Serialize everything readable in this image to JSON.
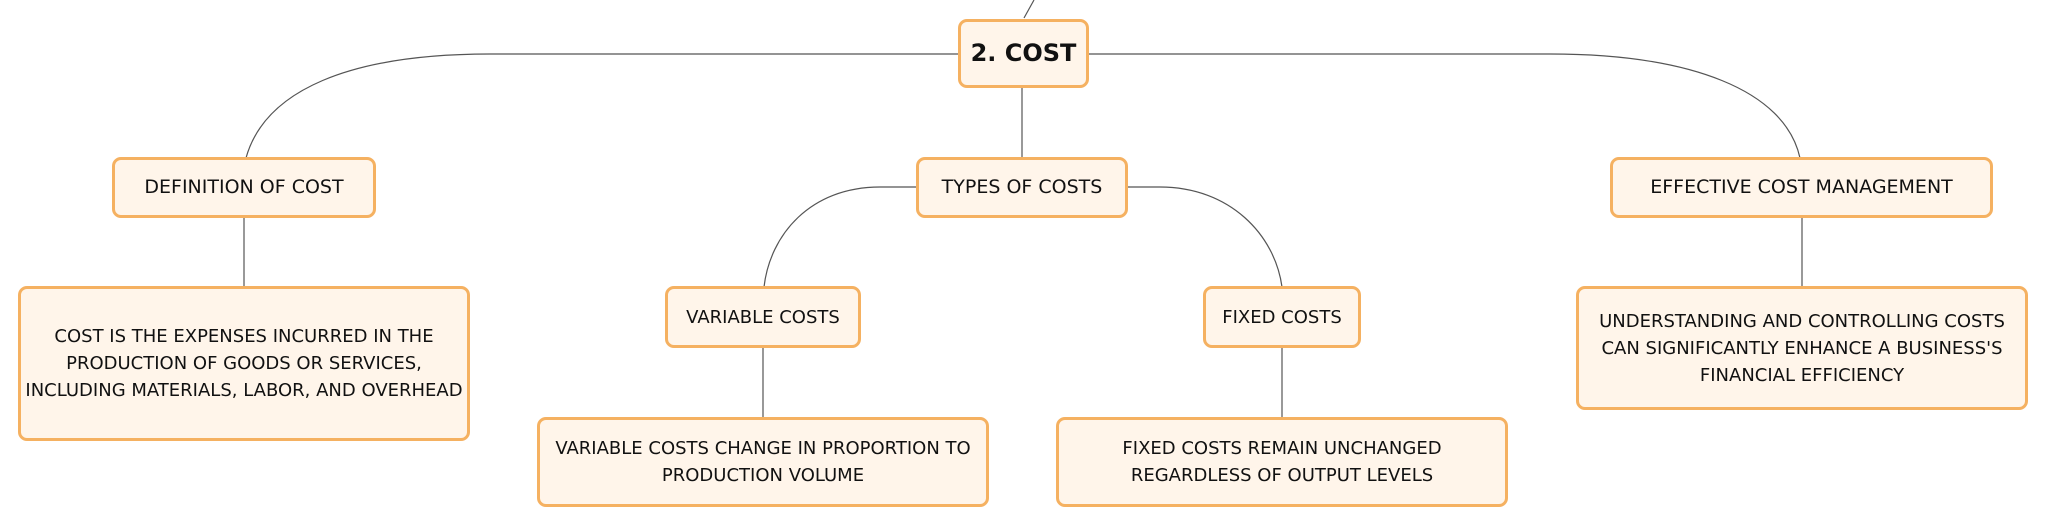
{
  "colors": {
    "node_fill": "#fff5ea",
    "node_border": "#f5b161",
    "edge": "#555555",
    "text": "#111111"
  },
  "root": {
    "label": "2. COST"
  },
  "branches": {
    "definition": {
      "label": "DEFINITION OF COST",
      "detail": "COST IS THE EXPENSES INCURRED IN THE PRODUCTION OF GOODS OR SERVICES, INCLUDING MATERIALS, LABOR, AND OVERHEAD"
    },
    "types": {
      "label": "TYPES OF COSTS",
      "variable": {
        "label": "VARIABLE COSTS",
        "detail": "VARIABLE COSTS CHANGE IN PROPORTION TO PRODUCTION VOLUME"
      },
      "fixed": {
        "label": "FIXED COSTS",
        "detail": "FIXED COSTS REMAIN UNCHANGED REGARDLESS OF OUTPUT LEVELS"
      }
    },
    "management": {
      "label": "EFFECTIVE COST MANAGEMENT",
      "detail": "UNDERSTANDING AND CONTROLLING COSTS CAN SIGNIFICANTLY ENHANCE A BUSINESS'S FINANCIAL EFFICIENCY"
    }
  }
}
